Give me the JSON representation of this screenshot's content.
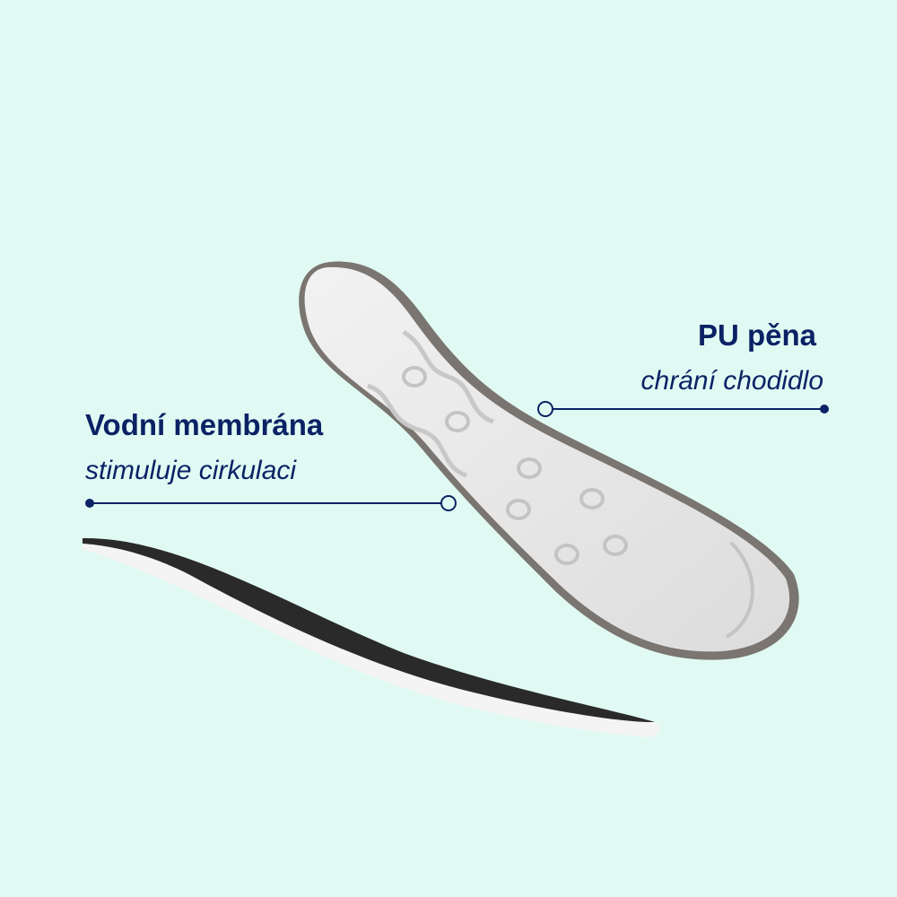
{
  "labels": {
    "left": {
      "title": "Vodní membrána",
      "subtitle": "stimuluje cirkulaci"
    },
    "right": {
      "title": "PU pěna",
      "subtitle": "chrání chodidlo"
    }
  },
  "colors": {
    "background": "#e0faf3",
    "accent": "#0b2265"
  }
}
